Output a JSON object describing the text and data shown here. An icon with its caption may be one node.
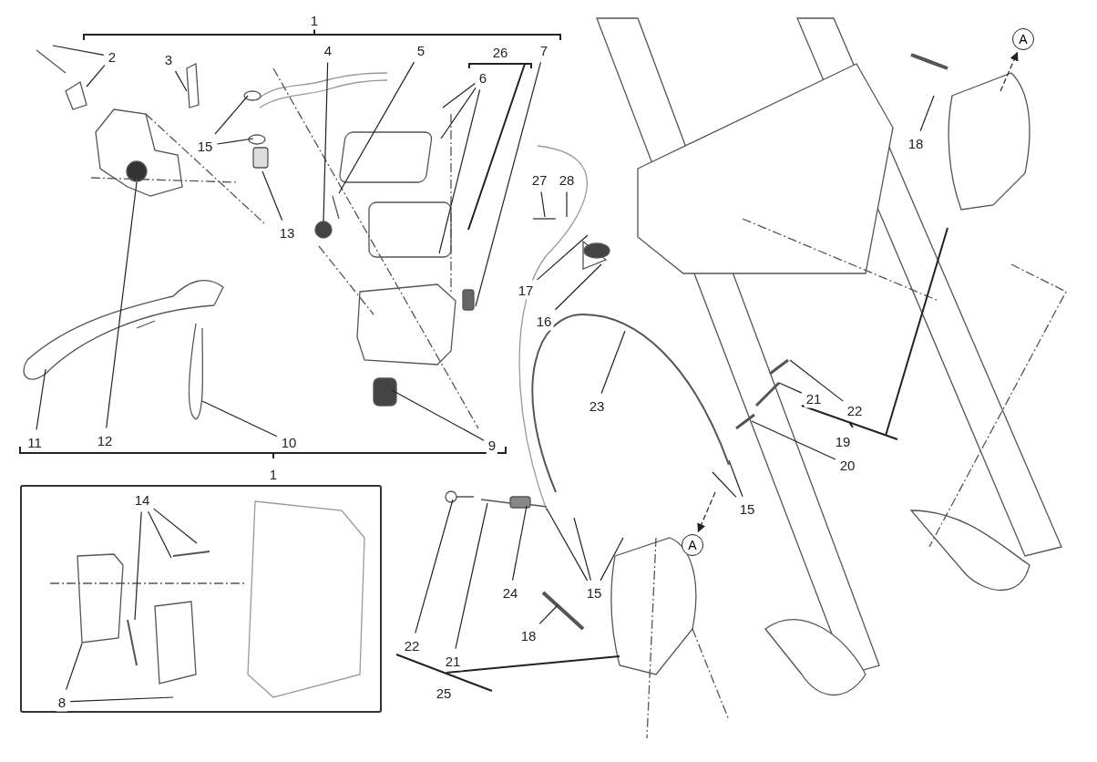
{
  "diagram": {
    "nodes": [
      {
        "text": [
          "2"
        ]
      },
      {
        "text": [
          "3"
        ]
      },
      {
        "text": [
          "4"
        ]
      },
      {
        "text": [
          "5"
        ]
      },
      {
        "text": [
          "6"
        ]
      },
      {
        "text": [
          "7"
        ]
      },
      {
        "text": [
          "15"
        ]
      },
      {
        "text": [
          "13"
        ]
      },
      {
        "text": [
          "27"
        ]
      },
      {
        "text": [
          "28"
        ]
      },
      {
        "text": [
          "18"
        ]
      },
      {
        "text": [
          "A"
        ]
      },
      {
        "text": [
          "17"
        ]
      },
      {
        "text": [
          "16"
        ]
      },
      {
        "text": [
          "23"
        ]
      },
      {
        "text": [
          "21"
        ]
      },
      {
        "text": [
          "22"
        ]
      },
      {
        "text": [
          "11"
        ]
      },
      {
        "text": [
          "12"
        ]
      },
      {
        "text": [
          "10"
        ]
      },
      {
        "text": [
          "9"
        ]
      },
      {
        "text": [
          "20"
        ]
      },
      {
        "text": [
          "15"
        ]
      },
      {
        "text": [
          "A"
        ]
      },
      {
        "text": [],
        "shape": "box"
      },
      {
        "text": [
          "14"
        ],
        "in": 24
      },
      {
        "text": [
          "8"
        ],
        "in": 24
      },
      {
        "text": [
          "24"
        ]
      },
      {
        "text": [
          "15"
        ]
      },
      {
        "text": [
          "18"
        ]
      },
      {
        "text": [
          "22"
        ]
      },
      {
        "text": [
          "21"
        ]
      }
    ],
    "edges": [
      {
        "from": 0,
        "to": null,
        "arrow": "none"
      },
      {
        "from": 0,
        "to": null,
        "arrow": "none"
      },
      {
        "from": 1,
        "to": null,
        "arrow": "none"
      },
      {
        "from": 2,
        "to": null,
        "arrow": "none"
      },
      {
        "from": 3,
        "to": null,
        "arrow": "none"
      },
      {
        "from": 4,
        "to": null,
        "arrow": "none"
      },
      {
        "from": 4,
        "to": null,
        "arrow": "none"
      },
      {
        "from": 4,
        "to": null,
        "arrow": "none"
      },
      {
        "from": 5,
        "to": null,
        "arrow": "none"
      },
      {
        "from": 6,
        "to": null,
        "arrow": "none"
      },
      {
        "from": 6,
        "to": null,
        "arrow": "none"
      },
      {
        "from": 7,
        "to": null,
        "arrow": "none"
      },
      {
        "from": 8,
        "to": null,
        "arrow": "none"
      },
      {
        "from": 9,
        "to": null,
        "arrow": "none"
      },
      {
        "from": 10,
        "to": null,
        "arrow": "none"
      },
      {
        "from": null,
        "to": 11,
        "arrow": "to",
        "style": "dashed"
      },
      {
        "from": 12,
        "to": null,
        "arrow": "none"
      },
      {
        "from": 13,
        "to": null,
        "arrow": "none"
      },
      {
        "from": 14,
        "to": null,
        "arrow": "none"
      },
      {
        "from": 15,
        "to": null,
        "arrow": "none"
      },
      {
        "from": 16,
        "to": null,
        "arrow": "none"
      },
      {
        "from": 17,
        "to": null,
        "arrow": "none"
      },
      {
        "from": 18,
        "to": null,
        "arrow": "none"
      },
      {
        "from": 19,
        "to": null,
        "arrow": "none"
      },
      {
        "from": 20,
        "to": null,
        "arrow": "none"
      },
      {
        "from": 21,
        "to": null,
        "arrow": "none"
      },
      {
        "from": 22,
        "to": null,
        "arrow": "none"
      },
      {
        "from": 22,
        "to": null,
        "arrow": "none"
      },
      {
        "from": null,
        "to": 23,
        "arrow": "to",
        "style": "dashed"
      },
      {
        "from": 25,
        "to": null,
        "arrow": "none"
      },
      {
        "from": 25,
        "to": null,
        "arrow": "none"
      },
      {
        "from": 25,
        "to": null,
        "arrow": "none"
      },
      {
        "from": 26,
        "to": null,
        "arrow": "none"
      },
      {
        "from": 26,
        "to": null,
        "arrow": "none"
      },
      {
        "from": 27,
        "to": null,
        "arrow": "none"
      },
      {
        "from": 28,
        "to": null,
        "arrow": "none"
      },
      {
        "from": 28,
        "to": null,
        "arrow": "none"
      },
      {
        "from": 28,
        "to": null,
        "arrow": "none"
      },
      {
        "from": 29,
        "to": null,
        "arrow": "none"
      },
      {
        "from": 30,
        "to": null,
        "arrow": "none"
      },
      {
        "from": 31,
        "to": null,
        "arrow": "none"
      }
    ],
    "labels": [
      "1",
      "26",
      "19",
      "1",
      "25"
    ]
  }
}
